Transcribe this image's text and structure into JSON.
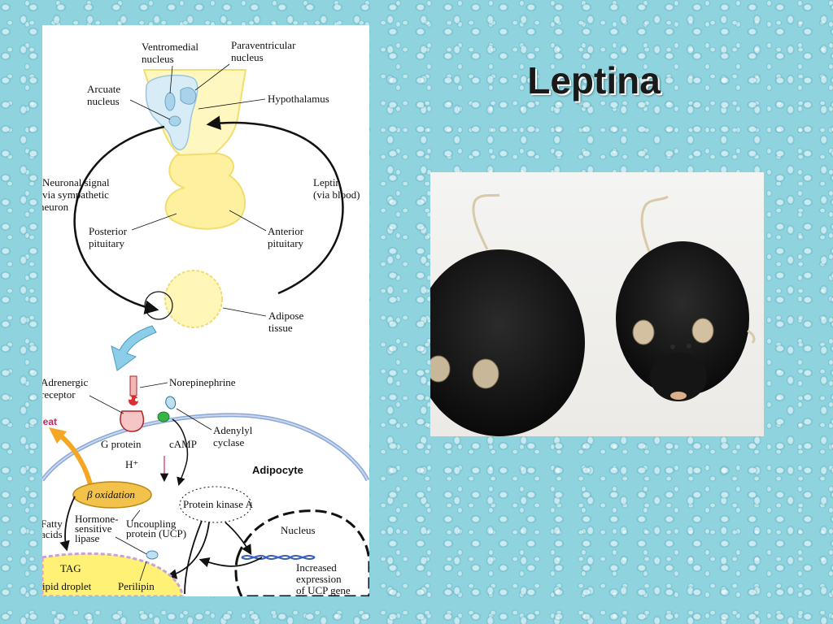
{
  "slide": {
    "title": "Leptina"
  },
  "diagram": {
    "labels": {
      "ventromedial_1": "Ventromedial",
      "ventromedial_2": "nucleus",
      "paraventricular_1": "Paraventricular",
      "paraventricular_2": "nucleus",
      "arcuate_1": "Arcuate",
      "arcuate_2": "nucleus",
      "hypothalamus": "Hypothalamus",
      "neuronal_1": "Neuronal signal",
      "neuronal_2": "via sympathetic",
      "neuronal_3": "neuron",
      "leptin_1": "Leptin",
      "leptin_2": "(via blood)",
      "posterior_1": "Posterior",
      "posterior_2": "pituitary",
      "anterior_1": "Anterior",
      "anterior_2": "pituitary",
      "adipose_1": "Adipose",
      "adipose_2": "tissue",
      "adrenergic_1": "Adrenergic",
      "adrenergic_2": "receptor",
      "norepinephrine": "Norepinephrine",
      "g_protein": "G protein",
      "camp": "cAMP",
      "adenylyl_1": "Adenylyl",
      "adenylyl_2": "cyclase",
      "adipocyte": "Adipocyte",
      "heat": "Heat",
      "h_plus": "H⁺",
      "beta_oxidation": "β oxidation",
      "protein_kinase_a": "Protein kinase A",
      "nucleus": "Nucleus",
      "fatty_1": "Fatty",
      "fatty_2": "acids",
      "hormone_1": "Hormone-",
      "hormone_2": "sensitive",
      "hormone_3": "lipase",
      "uncoupling_1": "Uncoupling",
      "uncoupling_2": "protein (UCP)",
      "tag": "TAG",
      "lipid_droplet": "Lipid droplet",
      "perilipin": "Perilipin",
      "increased_1": "Increased",
      "increased_2": "expression",
      "increased_3": "of UCP gene"
    }
  },
  "colors": {
    "background": "#8fd3df",
    "brain_yellow": "#fdf1a0",
    "hypothalamus_blue": "#cfe7f3",
    "adipose_yellow": "#fff6b8",
    "mitochondrion": "#f2c24a",
    "arrow_blue": "#7fc6e6",
    "heat_orange": "#f5a623",
    "heat_label": "#d81b60"
  }
}
